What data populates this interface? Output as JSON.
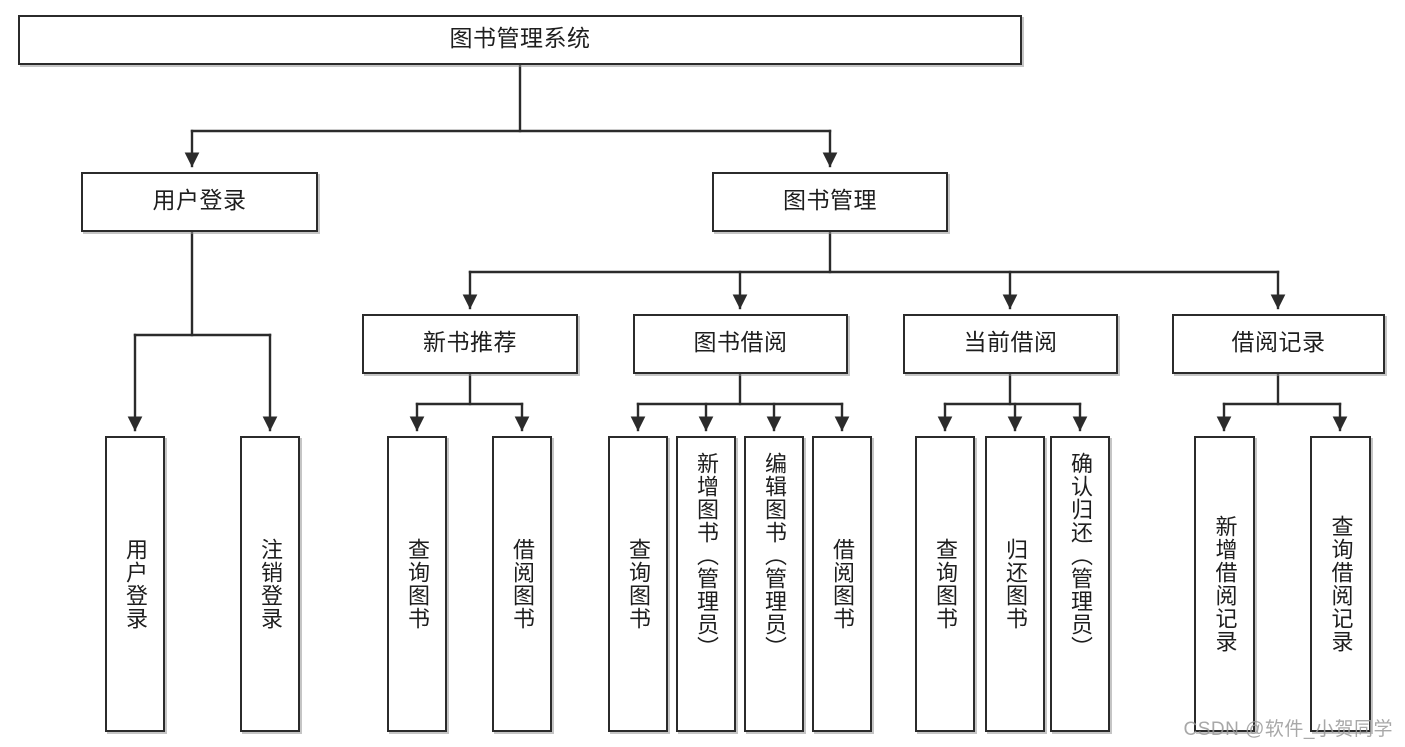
{
  "diagram": {
    "title": "图书管理系统",
    "type": "tree",
    "colors": {
      "stroke": "#2b2b2b",
      "fill": "#ffffff",
      "text": "#1e1e1e",
      "watermark": "#9a9a9a"
    },
    "root": {
      "label": "图书管理系统"
    },
    "level2": [
      {
        "label": "用户登录"
      },
      {
        "label": "图书管理"
      }
    ],
    "level3": [
      {
        "label": "新书推荐"
      },
      {
        "label": "图书借阅"
      },
      {
        "label": "当前借阅"
      },
      {
        "label": "借阅记录"
      }
    ],
    "leaves": {
      "user_login": [
        {
          "label": "用户登录"
        },
        {
          "label": "注销登录"
        }
      ],
      "new_book_recommend": [
        {
          "label": "查询图书"
        },
        {
          "label": "借阅图书"
        }
      ],
      "book_borrow": [
        {
          "label": "查询图书"
        },
        {
          "label": "新增图书（管理员）"
        },
        {
          "label": "编辑图书（管理员）"
        },
        {
          "label": "借阅图书"
        }
      ],
      "current_borrow": [
        {
          "label": "查询图书"
        },
        {
          "label": "归还图书"
        },
        {
          "label": "确认归还（管理员）"
        }
      ],
      "borrow_record": [
        {
          "label": "新增借阅记录"
        },
        {
          "label": "查询借阅记录"
        }
      ]
    },
    "watermark": "CSDN @软件_小贺同学"
  }
}
